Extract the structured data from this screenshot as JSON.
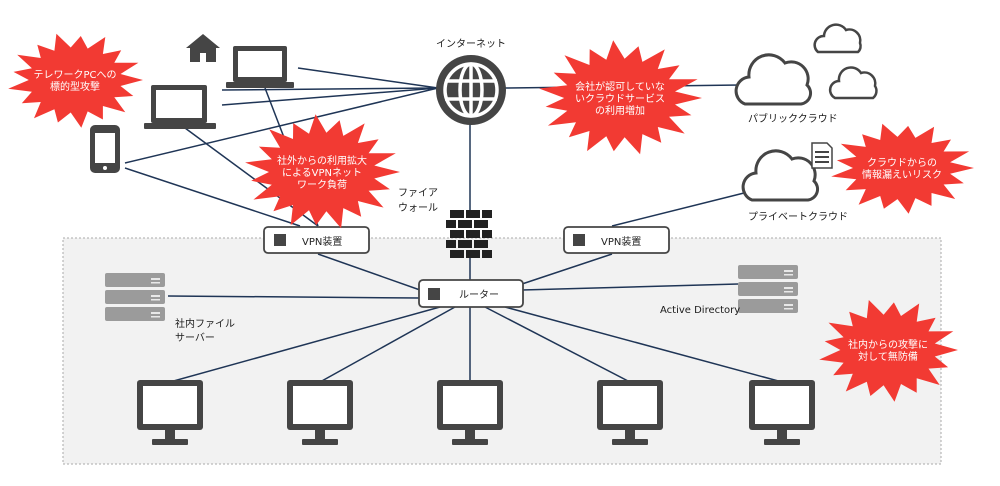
{
  "labels": {
    "internet": "インターネット",
    "public_cloud": "パブリッククラウド",
    "private_cloud": "プライベートクラウド",
    "firewall_l1": "ファイア",
    "firewall_l2": "ウォール",
    "vpn_left": "VPN装置",
    "vpn_right": "VPN装置",
    "router": "ルーター",
    "file_server_l1": "社内ファイル",
    "file_server_l2": "サーバー",
    "active_directory": "Active Directory"
  },
  "risks": [
    {
      "lines": [
        "テレワークPCへの",
        "標的型攻撃"
      ]
    },
    {
      "lines": [
        "会社が認可していな",
        "いクラウドサービス",
        "の利用増加"
      ]
    },
    {
      "lines": [
        "社外からの利用拡大",
        "によるVPNネット",
        "ワーク負荷"
      ]
    },
    {
      "lines": [
        "クラウドからの",
        "情報漏えいリスク"
      ]
    },
    {
      "lines": [
        "社内からの攻撃に",
        "対して無防備"
      ]
    }
  ],
  "icons": {
    "home": "home-icon",
    "laptop": "laptop-icon",
    "smartphone": "smartphone-icon",
    "globe": "globe-icon",
    "cloud": "cloud-icon",
    "document": "document-icon",
    "firewall": "brick-wall-icon",
    "server": "server-icon",
    "monitor": "desktop-monitor-icon"
  },
  "colors": {
    "burst": "#f23a33",
    "line": "#1f3556",
    "device": "#454545",
    "server": "#9b9b9b",
    "lan_bg": "#f2f2f2"
  }
}
